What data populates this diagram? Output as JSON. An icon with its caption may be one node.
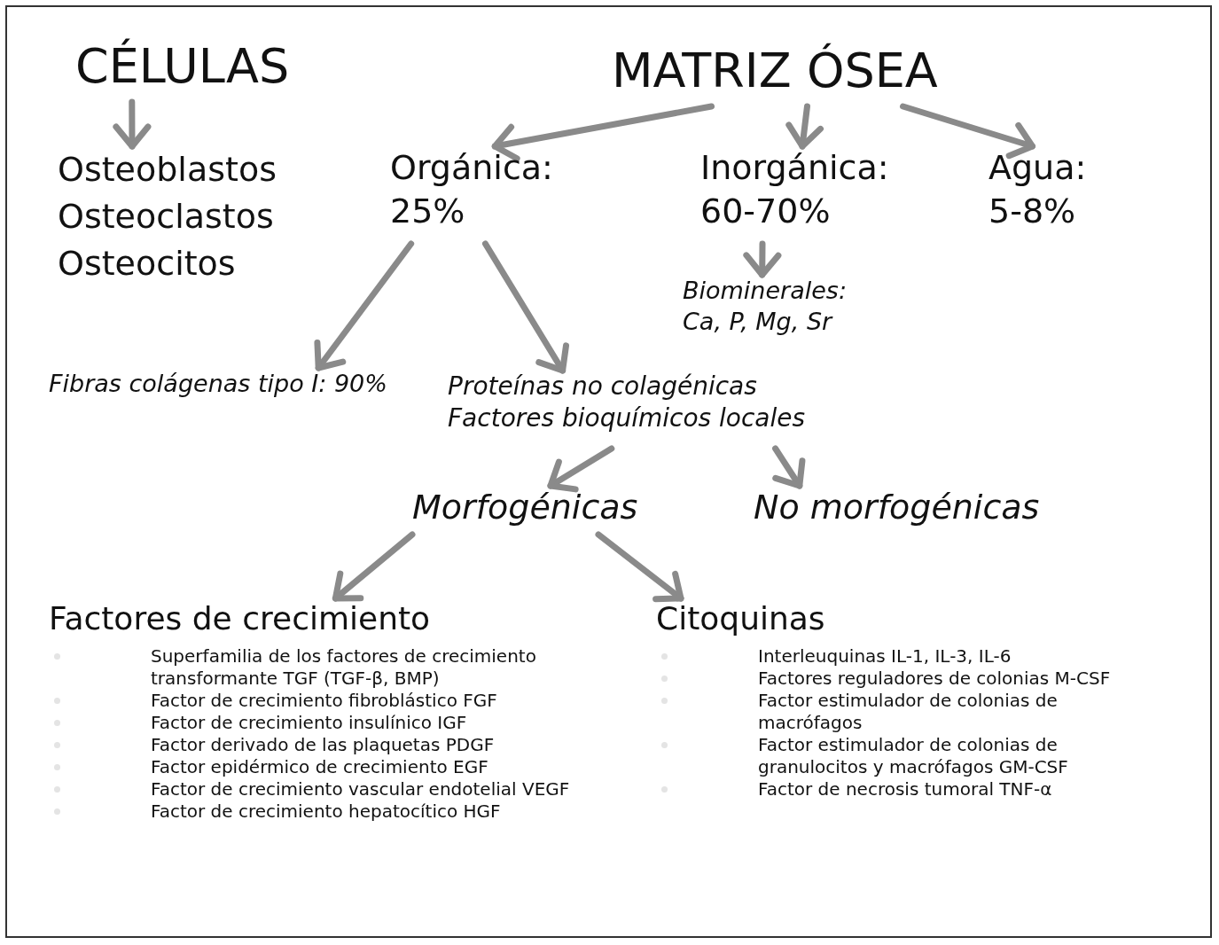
{
  "diagram": {
    "nodes": [
      {
        "text": [
          "CÉLULAS"
        ]
      },
      {
        "text": [
          "MATRIZ ÓSEA"
        ]
      },
      {
        "text": [
          "Osteoblastos",
          "Osteoclastos",
          "Osteocitos"
        ]
      },
      {
        "text": [
          "Orgánica: 25%"
        ]
      },
      {
        "text": [
          "Inorgánica: 60-70%"
        ]
      },
      {
        "text": [
          "Agua: 5-8%"
        ]
      },
      {
        "text": [
          "Biominerales: Ca, P, Mg, Sr"
        ]
      },
      {
        "text": [
          "Fibras colágenas tipo I: 90%"
        ]
      },
      {
        "text": [
          "Proteínas no colagénicas",
          "Factores bioquímicos locales"
        ]
      },
      {
        "text": [
          "Morfogénicas"
        ]
      },
      {
        "text": [
          "No morfogénicas"
        ]
      },
      {
        "text": [
          "Factores de crecimiento",
          "Superfamilia de los factores de crecimiento transformante TGF (TGF-β, BMP)",
          "Factor de crecimiento fibroblástico FGF",
          "Factor de crecimiento insulínico IGF",
          "Factor derivado de las plaquetas PDGF",
          "Factor epidérmico de crecimiento EGF",
          "Factor de crecimiento vascular endotelial VEGF",
          "Factor de crecimiento hepatocítico HGF"
        ]
      },
      {
        "text": [
          "Citoquinas",
          "Interleuquinas IL-1, IL-3, IL-6",
          "Factores reguladores de colonias M-CSF",
          "Factor estimulador de colonias de macrófagos",
          "Factor estimulador de colonias de granulocitos y macrófagos GM-CSF",
          "Factor de necrosis tumoral TNF-α"
        ]
      }
    ],
    "edges": [
      {
        "from": 0,
        "to": 2,
        "arrow": "to"
      },
      {
        "from": 1,
        "to": 3,
        "arrow": "to"
      },
      {
        "from": 1,
        "to": 4,
        "arrow": "to"
      },
      {
        "from": 1,
        "to": 5,
        "arrow": "to"
      },
      {
        "from": 4,
        "to": 6,
        "arrow": "to"
      },
      {
        "from": 3,
        "to": 7,
        "arrow": "to"
      },
      {
        "from": 3,
        "to": 8,
        "arrow": "to"
      },
      {
        "from": 8,
        "to": 9,
        "arrow": "to"
      },
      {
        "from": 8,
        "to": 10,
        "arrow": "to"
      },
      {
        "from": 9,
        "to": 11,
        "arrow": "to"
      },
      {
        "from": 9,
        "to": 12,
        "arrow": "to"
      }
    ]
  }
}
